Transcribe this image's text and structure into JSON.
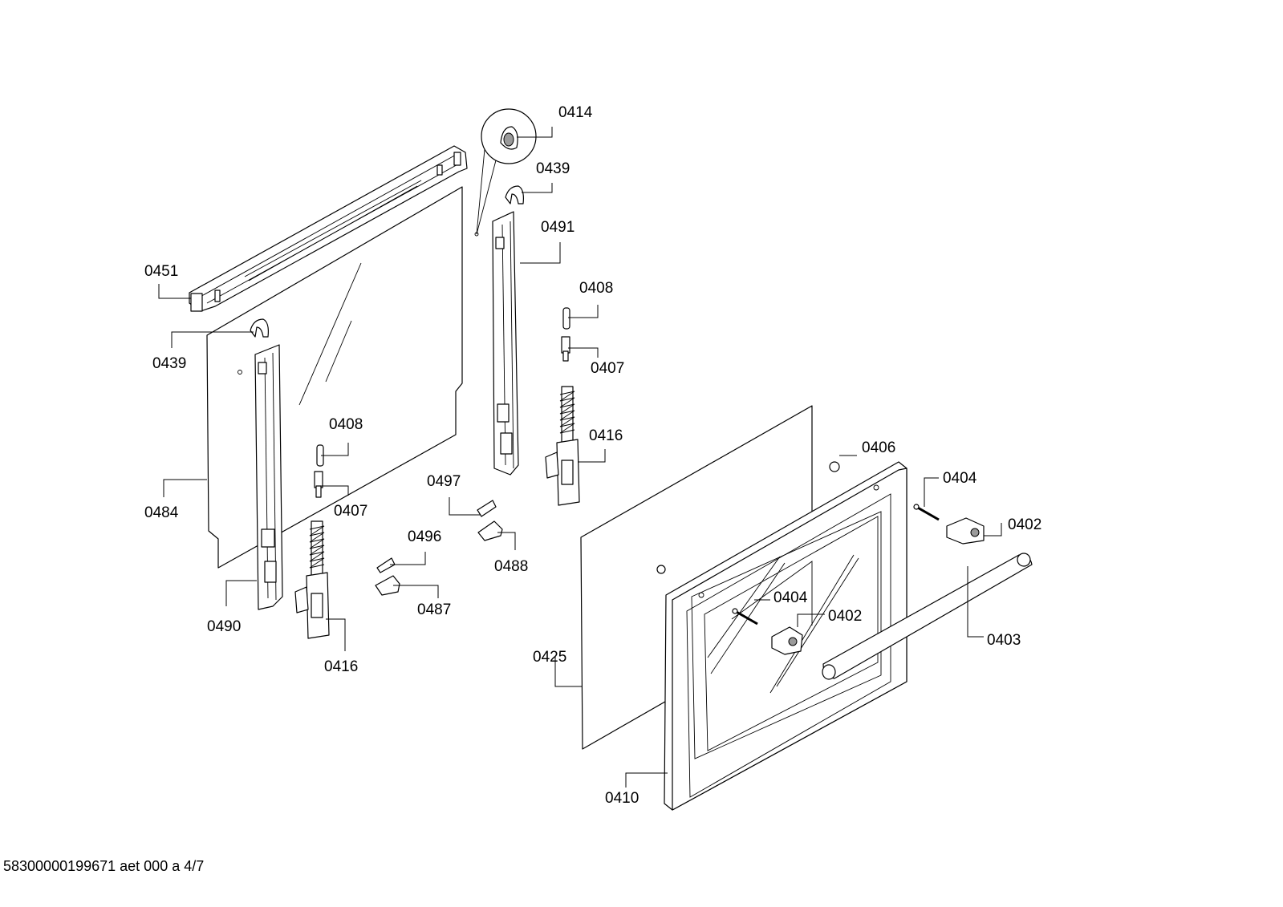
{
  "labels": {
    "l0414": "0414",
    "l0439a": "0439",
    "l0491": "0491",
    "l0451": "0451",
    "l0408a": "0408",
    "l0439b": "0439",
    "l0407a": "0407",
    "l0416a": "0416",
    "l0408b": "0408",
    "l0406": "0406",
    "l0497": "0497",
    "l0404a": "0404",
    "l0484": "0484",
    "l0407b": "0407",
    "l0402a": "0402",
    "l0496": "0496",
    "l0488": "0488",
    "l0487": "0487",
    "l0404b": "0404",
    "l0402b": "0402",
    "l0490": "0490",
    "l0403": "0403",
    "l0425": "0425",
    "l0416b": "0416",
    "l0410": "0410"
  },
  "footer": "58300000199671 aet 000 a 4/7"
}
